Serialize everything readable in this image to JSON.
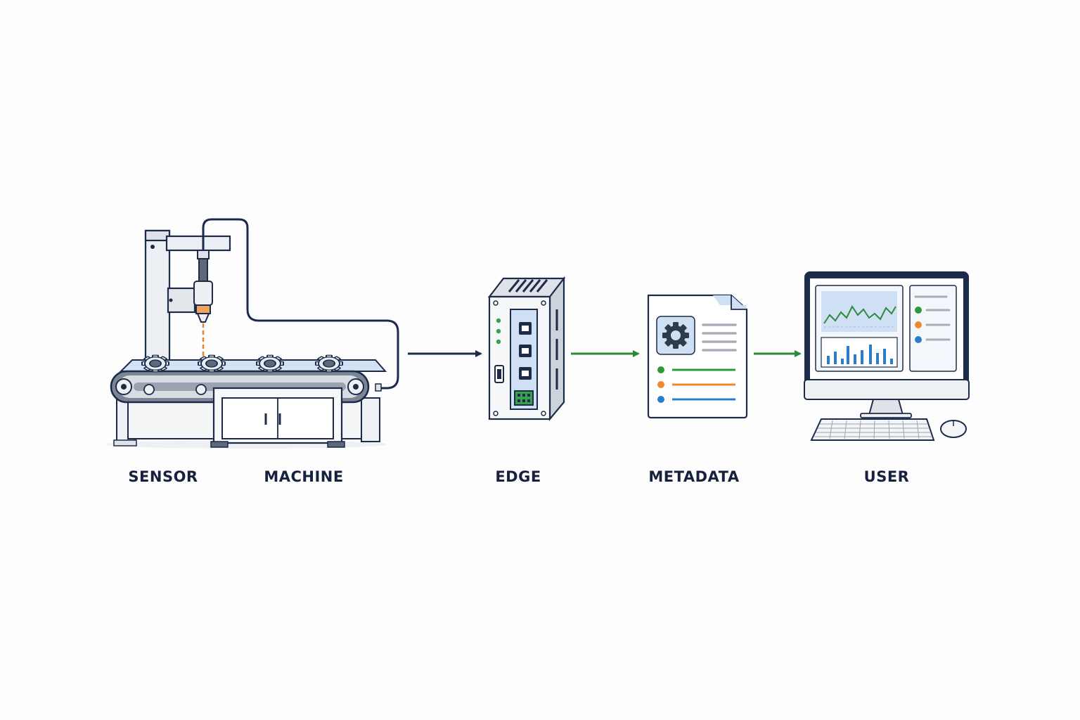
{
  "labels": {
    "sensor": "SENSOR",
    "machine": "MACHINE",
    "edge": "EDGE",
    "metadata": "METADATA",
    "user": "USER"
  },
  "colors": {
    "outline": "#1c2b4a",
    "arrow_primary": "#1c2b4a",
    "arrow_green": "#2a8a34",
    "laser_orange": "#e8822a",
    "panel_blue": "#cfe0f5",
    "chart_green": "#2e8b3a",
    "chart_blue": "#2a7dc9",
    "dot_green": "#2e9a3e",
    "dot_orange": "#ee8a2c",
    "dot_blue": "#2a7dc9",
    "terminal_green": "#3aa04a"
  },
  "icons": [
    "conveyor-machine-icon",
    "sensor-probe-icon",
    "edge-gateway-icon",
    "metadata-document-icon",
    "gear-icon",
    "desktop-computer-icon"
  ]
}
